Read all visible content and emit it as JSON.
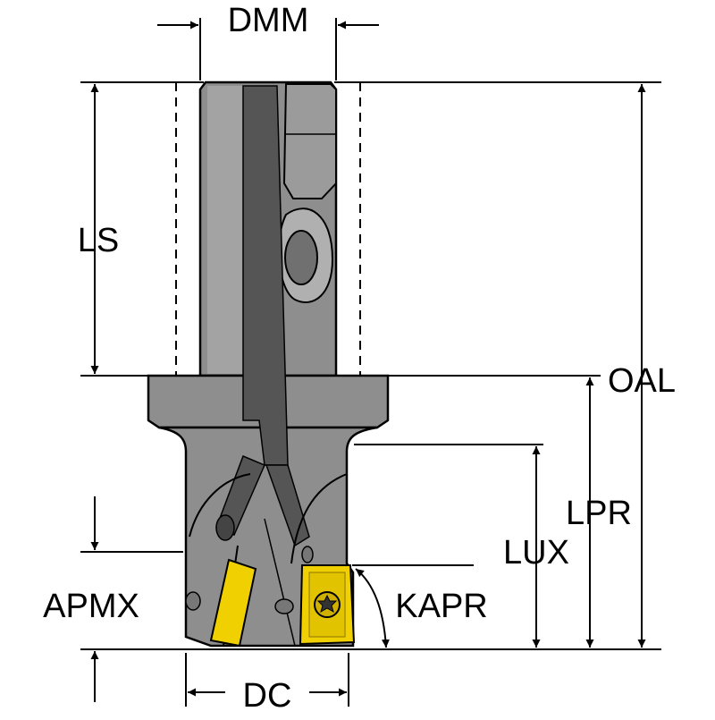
{
  "labels": {
    "dmm": "DMM",
    "ls": "LS",
    "oal": "OAL",
    "lpr": "LPR",
    "lux": "LUX",
    "apmx": "APMX",
    "kapr": "KAPR",
    "dc": "DC"
  },
  "colors": {
    "body": "#8e8e8e",
    "body_light": "#a9a9a9",
    "body_dark": "#4f4f4f",
    "coolant": "#555555",
    "insert": "#f0d000",
    "insert_dark": "#b89c00",
    "line": "#000000"
  }
}
